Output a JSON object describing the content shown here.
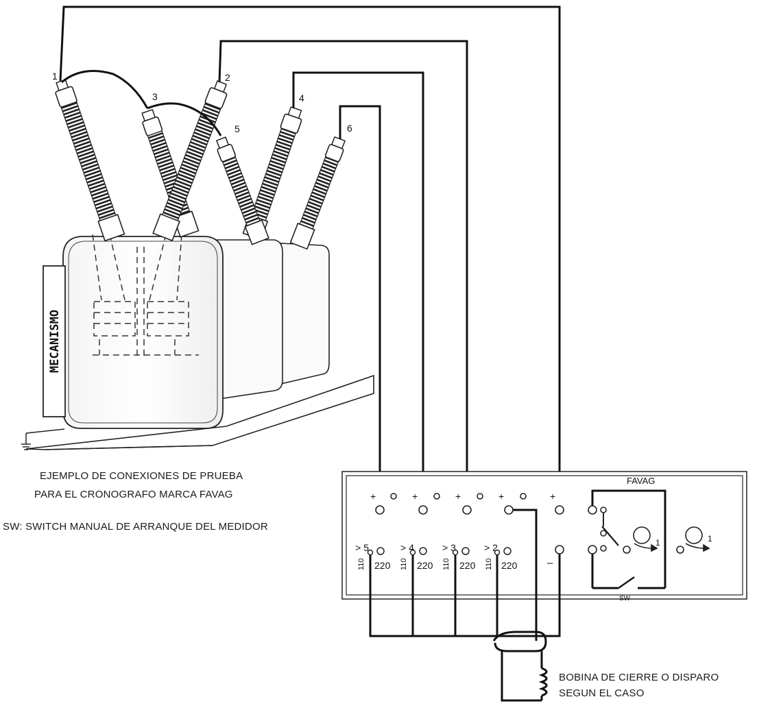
{
  "labels": {
    "mecanismo": "MECANISMO",
    "terminals": [
      "1",
      "2",
      "3",
      "4",
      "5",
      "6"
    ],
    "favag": "FAVAG",
    "plus": "+",
    "minus": "–",
    "channels": [
      "> 5",
      "> 4",
      "> 3",
      "> 2"
    ],
    "v110": "110",
    "v220": "220",
    "dial": "1",
    "sw": "SW"
  },
  "captions": {
    "line1": "EJEMPLO DE CONEXIONES DE PRUEBA",
    "line2": "PARA EL CRONOGRAFO MARCA FAVAG",
    "line3": "SW: SWITCH MANUAL DE ARRANQUE DEL MEDIDOR",
    "coil1": "BOBINA DE CIERRE O DISPARO",
    "coil2": "SEGUN EL CASO"
  }
}
